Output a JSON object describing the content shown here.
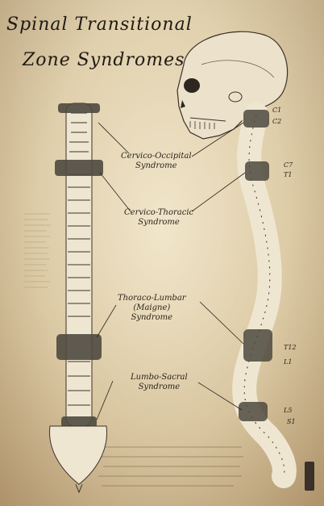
{
  "title": [
    "Spinal Transitional",
    "Zone Syndromes"
  ],
  "syndromes": [
    {
      "label": [
        "Cervico-Occipital",
        "Syndrome"
      ]
    },
    {
      "label": [
        "Cervico-Thoracic",
        "Syndrome"
      ]
    },
    {
      "label": [
        "Thoraco-Lumbar",
        "(Maigne)",
        "Syndrome"
      ]
    },
    {
      "label": [
        "Lumbo-Sacral",
        "Syndrome"
      ]
    }
  ],
  "vertebra_labels": [
    "C1",
    "C2",
    "C7",
    "T1",
    "T12",
    "L1",
    "L5",
    "S1"
  ],
  "colors": {
    "paper": "#e3d4b2",
    "ink": "#2a241c",
    "highlight": "#4f4a40",
    "bone": "#efe6d2"
  }
}
